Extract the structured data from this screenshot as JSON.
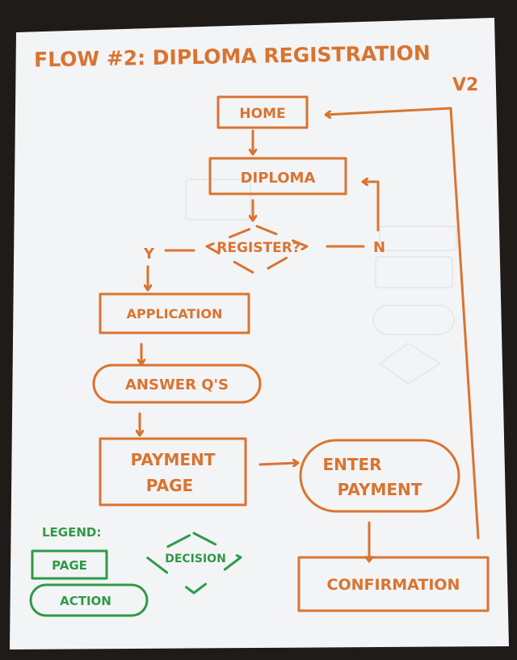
{
  "colors": {
    "background": "#1e1b19",
    "paper": "#f3f4f6",
    "ink_orange": "#d9742f",
    "ink_green": "#2e9a46"
  },
  "diagram": {
    "title": "FLOW #2: DIPLOMA REGISTRATION",
    "version": "V2",
    "nodes": {
      "home": "HOME",
      "diploma": "DIPLOMA",
      "register_decision": "REGISTER?",
      "yes_label": "Y",
      "no_label": "N",
      "application": "APPLICATION",
      "answer_qs": "ANSWER Q'S",
      "payment_page_line1": "PAYMENT",
      "payment_page_line2": "PAGE",
      "enter_payment_line1": "ENTER",
      "enter_payment_line2": "PAYMENT",
      "confirmation": "CONFIRMATION"
    },
    "legend": {
      "title": "LEGEND:",
      "page": "PAGE",
      "action": "ACTION",
      "decision": "DECISION"
    }
  }
}
